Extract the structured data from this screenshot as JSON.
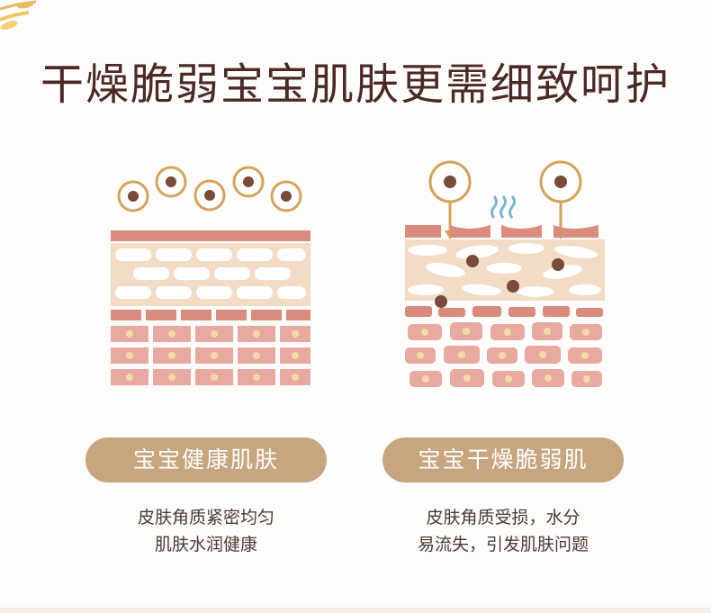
{
  "title": "干燥脆弱宝宝肌肤更需细致呵护",
  "left": {
    "label": "宝宝健康肌肤",
    "desc_line1": "皮肤角质紧密均匀",
    "desc_line2": "肌肤水润健康"
  },
  "right": {
    "label": "宝宝干燥脆弱肌",
    "desc_line1": "皮肤角质受损，水分",
    "desc_line2": "易流失，引发肌肤问题"
  },
  "colors": {
    "title": "#4b2a26",
    "pill": "#c6a57f",
    "skin_top": "#d98b7d",
    "skin_layer": "#f2dcc6",
    "cell": "#e8a9a0",
    "cell_core": "#f3d9a8",
    "germ_ring": "#d6a25a",
    "water": "#7ab8cf"
  },
  "icons": [
    "wheat-decoration-icon",
    "germ-icon",
    "arrow-down-icon",
    "water-wave-icon"
  ]
}
